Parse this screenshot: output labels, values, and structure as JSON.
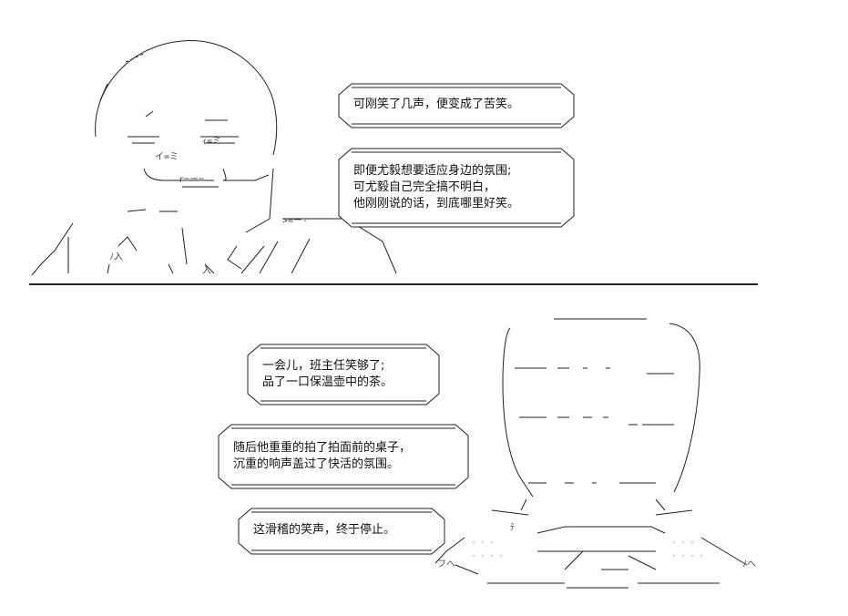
{
  "scene_1": {
    "bubble_1": [
      "可刚笑了几声，便变成了苦笑。"
    ],
    "bubble_2": [
      "即便尤毅想要适应身边的氛围;",
      "可尤毅自己完全搞不明白，",
      "他刚刚说的话，到底哪里好笑。"
    ]
  },
  "scene_2": {
    "bubble_3": [
      "一会儿，班主任笑够了;",
      "品了一口保温壶中的茶。"
    ],
    "bubble_4": [
      "随后他重重的拍了拍面前的桌子，",
      "沉重的响声盖过了快活的氛围。"
    ],
    "bubble_5": [
      "这滑稽的笑声，终于停止。"
    ]
  }
}
